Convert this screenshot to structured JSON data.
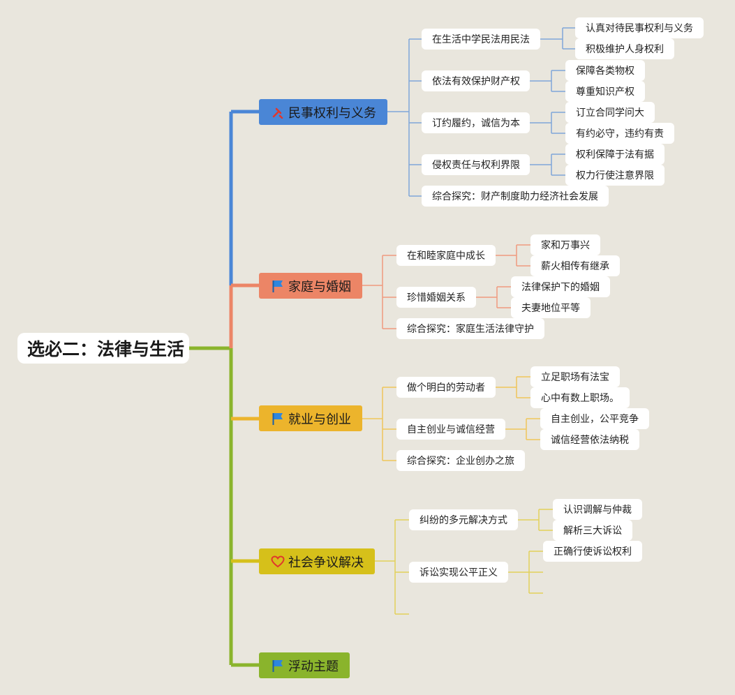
{
  "root": {
    "label": "选必二：法律与生活"
  },
  "colors": {
    "background": "#e9e6dd",
    "branch_blue": "#4a86d6",
    "branch_salmon": "#ec8566",
    "branch_yellow": "#ecb42c",
    "branch_mustard": "#d6c01a",
    "branch_green": "#8ab42c"
  },
  "branches": [
    {
      "label": "民事权利与义务",
      "icon": "gavel-icon",
      "color": "#4a86d6",
      "children": [
        {
          "label": "在生活中学民法用民法",
          "children": [
            "认真对待民事权利与义务",
            "积极维护人身权利"
          ]
        },
        {
          "label": "依法有效保护财产权",
          "children": [
            "保障各类物权",
            "尊重知识产权"
          ]
        },
        {
          "label": "订约履约，诚信为本",
          "children": [
            "订立合同学问大",
            "有约必守，违约有责"
          ]
        },
        {
          "label": "侵权责任与权利界限",
          "children": [
            "权利保障于法有据",
            "权力行使注意界限"
          ]
        },
        {
          "label": "综合探究：财产制度助力经济社会发展",
          "children": []
        }
      ]
    },
    {
      "label": "家庭与婚姻",
      "icon": "flag-icon",
      "color": "#ec8566",
      "children": [
        {
          "label": "在和睦家庭中成长",
          "children": [
            "家和万事兴",
            "薪火相传有继承"
          ]
        },
        {
          "label": "珍惜婚姻关系",
          "children": [
            "法律保护下的婚姻",
            "夫妻地位平等"
          ]
        },
        {
          "label": "综合探究：家庭生活法律守护",
          "children": []
        }
      ]
    },
    {
      "label": "就业与创业",
      "icon": "flag-icon",
      "color": "#ecb42c",
      "children": [
        {
          "label": "做个明白的劳动者",
          "children": [
            "立足职场有法宝",
            "心中有数上职场。"
          ]
        },
        {
          "label": "自主创业与诚信经营",
          "children": [
            "自主创业，公平竞争",
            "诚信经营依法纳税"
          ]
        },
        {
          "label": "综合探究：企业创办之旅",
          "children": []
        }
      ]
    },
    {
      "label": "社会争议解决",
      "icon": "heart-icon",
      "color": "#d6c01a",
      "children": [
        {
          "label": "纠纷的多元解决方式",
          "children": [
            "认识调解与仲裁",
            "解析三大诉讼"
          ]
        },
        {
          "label": "诉讼实现公平正义",
          "children": [
            "正确行使诉讼权利"
          ]
        }
      ]
    },
    {
      "label": "浮动主题",
      "icon": "flag-icon",
      "color": "#8ab42c",
      "children": []
    }
  ]
}
